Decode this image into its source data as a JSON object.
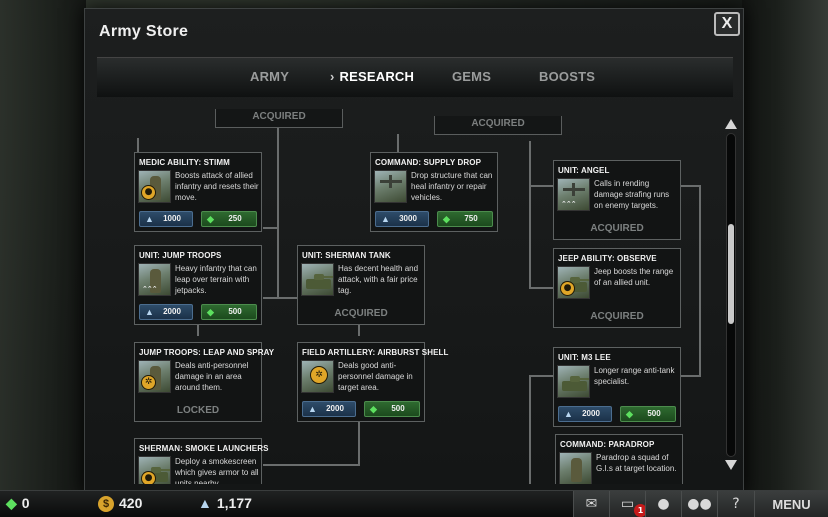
{
  "window": {
    "title": "Army Store",
    "close_label": "X"
  },
  "tabs": [
    {
      "label": "ARMY",
      "active": false
    },
    {
      "label": "RESEARCH",
      "active": true
    },
    {
      "label": "GEMS",
      "active": false
    },
    {
      "label": "BOOSTS",
      "active": false
    }
  ],
  "stubs": {
    "left": "ACQUIRED",
    "mid": "ACQUIRED"
  },
  "cards": {
    "stimm": {
      "title": "MEDIC ABILITY: STIMM",
      "desc": "Boosts attack of allied infantry and resets their move.",
      "research": "1000",
      "gems": "250"
    },
    "jump": {
      "title": "UNIT: JUMP TROOPS",
      "desc": "Heavy infantry that can leap over terrain with jetpacks.",
      "research": "2000",
      "gems": "500"
    },
    "leap": {
      "title": "JUMP TROOPS: LEAP AND SPRAY",
      "desc": "Deals anti-personnel damage in an area around them.",
      "status": "LOCKED"
    },
    "smoke": {
      "title": "SHERMAN: SMOKE LAUNCHERS",
      "desc": "Deploy a smokescreen which gives armor to all units nearby."
    },
    "supply": {
      "title": "COMMAND: SUPPLY DROP",
      "desc": "Drop structure that can heal infantry or repair vehicles.",
      "research": "3000",
      "gems": "750"
    },
    "sherman": {
      "title": "UNIT: SHERMAN TANK",
      "desc": "Has decent health and attack, with a fair price tag.",
      "status": "ACQUIRED"
    },
    "airburst": {
      "title": "FIELD ARTILLERY: AIRBURST SHELL",
      "desc": "Deals good anti-personnel damage in target area.",
      "research": "2000",
      "gems": "500"
    },
    "angel": {
      "title": "UNIT: ANGEL",
      "desc": "Calls in rending damage strafing runs on enemy targets.",
      "status": "ACQUIRED"
    },
    "observe": {
      "title": "JEEP ABILITY: OBSERVE",
      "desc": "Jeep boosts the range of an allied unit.",
      "status": "ACQUIRED"
    },
    "m3lee": {
      "title": "UNIT: M3 LEE",
      "desc": "Longer range anti-tank specialist.",
      "research": "2000",
      "gems": "500"
    },
    "paradrop": {
      "title": "COMMAND: PARADROP",
      "desc": "Paradrop a squad of G.I.s at target location."
    }
  },
  "bottom": {
    "gems": "0",
    "gold": "420",
    "research": "1,177",
    "mail_badge": "1",
    "menu_label": "MENU",
    "help_label": "?"
  }
}
